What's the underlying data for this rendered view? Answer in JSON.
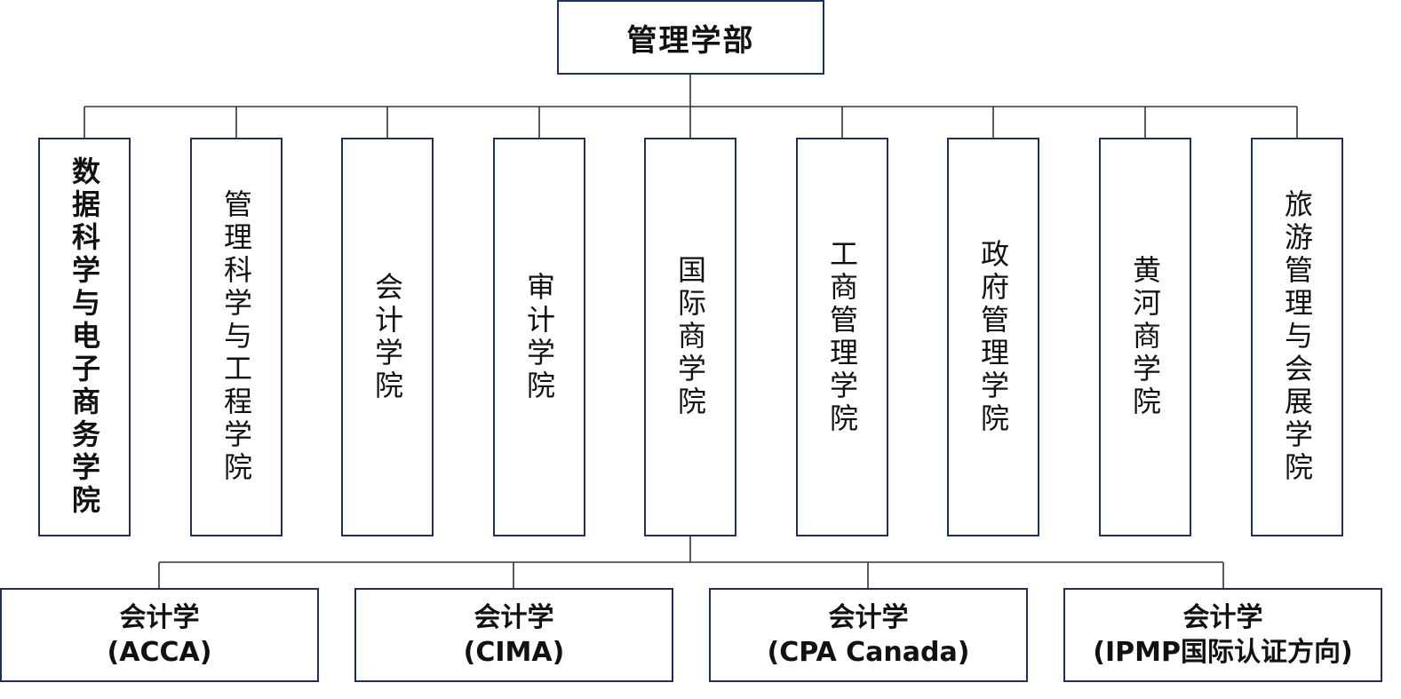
{
  "diagram": {
    "root": {
      "label": "管理学部"
    },
    "colleges": [
      {
        "label": "数据科学与电子商务学院"
      },
      {
        "label": "管理科学与工程学院"
      },
      {
        "label": "会计学院"
      },
      {
        "label": "审计学院"
      },
      {
        "label": "国际商学院"
      },
      {
        "label": "工商管理学院"
      },
      {
        "label": "政府管理学院"
      },
      {
        "label": "黄河商学院"
      },
      {
        "label": "旅游管理与会展学院"
      }
    ],
    "programs": [
      {
        "name": "会计学",
        "track": "(ACCA)"
      },
      {
        "name": "会计学",
        "track": "(CIMA)"
      },
      {
        "name": "会计学",
        "track": "(CPA Canada)"
      },
      {
        "name": "会计学",
        "track": "(IPMP国际认证方向)"
      }
    ],
    "colors": {
      "box_border": "#1f2f57",
      "connector": "#333333",
      "text": "#111111"
    }
  }
}
